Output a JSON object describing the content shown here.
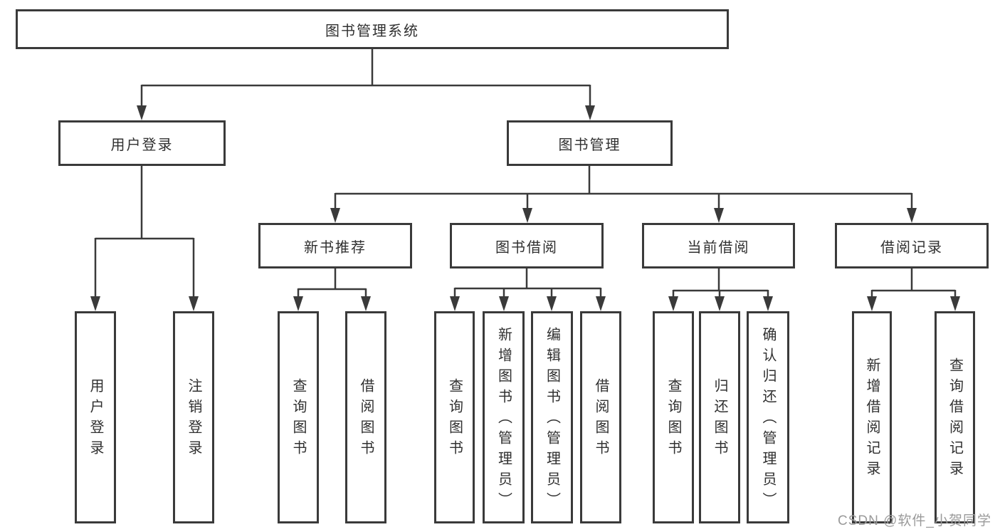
{
  "tree": {
    "root": {
      "label": "图书管理系统"
    },
    "branches": [
      {
        "label": "用户登录",
        "leaves": [
          {
            "label": "用户登录"
          },
          {
            "label": "注销登录"
          }
        ]
      },
      {
        "label": "图书管理",
        "children": [
          {
            "label": "新书推荐",
            "leaves": [
              {
                "label": "查询图书"
              },
              {
                "label": "借阅图书"
              }
            ]
          },
          {
            "label": "图书借阅",
            "leaves": [
              {
                "label": "查询图书"
              },
              {
                "label": "新增图书（管理员）"
              },
              {
                "label": "编辑图书（管理员）"
              },
              {
                "label": "借阅图书"
              }
            ]
          },
          {
            "label": "当前借阅",
            "leaves": [
              {
                "label": "查询图书"
              },
              {
                "label": "归还图书"
              },
              {
                "label": "确认归还（管理员）"
              }
            ]
          },
          {
            "label": "借阅记录",
            "leaves": [
              {
                "label": "新增借阅记录"
              },
              {
                "label": "查询借阅记录"
              }
            ]
          }
        ]
      }
    ]
  },
  "watermark": {
    "text": "CSDN @软件_小贺同学"
  },
  "colors": {
    "line": "#3a3a3a",
    "text": "#303030",
    "watermark": "#9a9a9a",
    "background": "#ffffff"
  }
}
